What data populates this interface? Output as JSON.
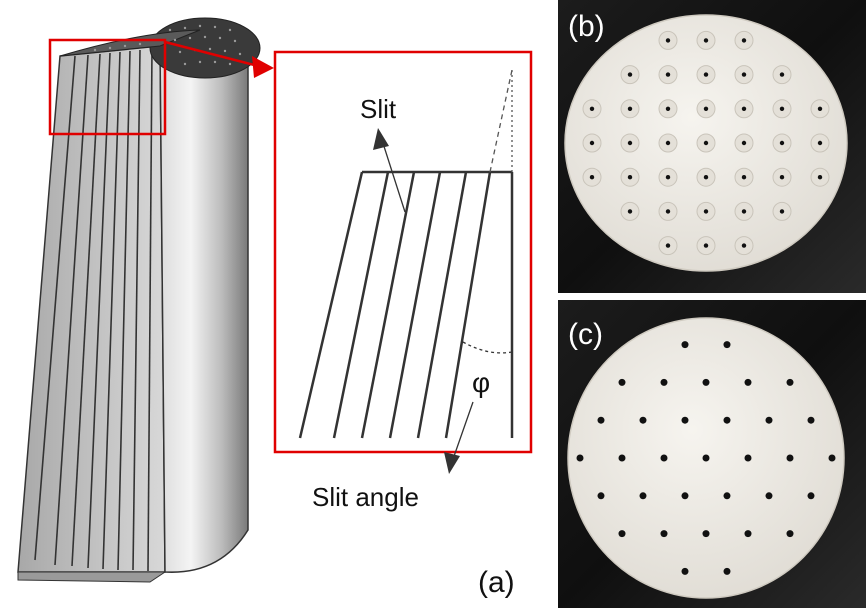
{
  "panel_a": {
    "label": "(a)",
    "callout": {
      "slit_label": "Slit",
      "angle_label": "Slit angle",
      "phi_symbol": "φ"
    }
  },
  "panel_b": {
    "label": "(b)"
  },
  "panel_c": {
    "label": "(c)"
  },
  "colors": {
    "callout_border": "#e00000",
    "line": "#333333",
    "cylinder_light": "#e6e6e6",
    "cylinder_dark": "#7a7a7a",
    "photo_background": "#141414",
    "disc": "#eeebe4"
  }
}
